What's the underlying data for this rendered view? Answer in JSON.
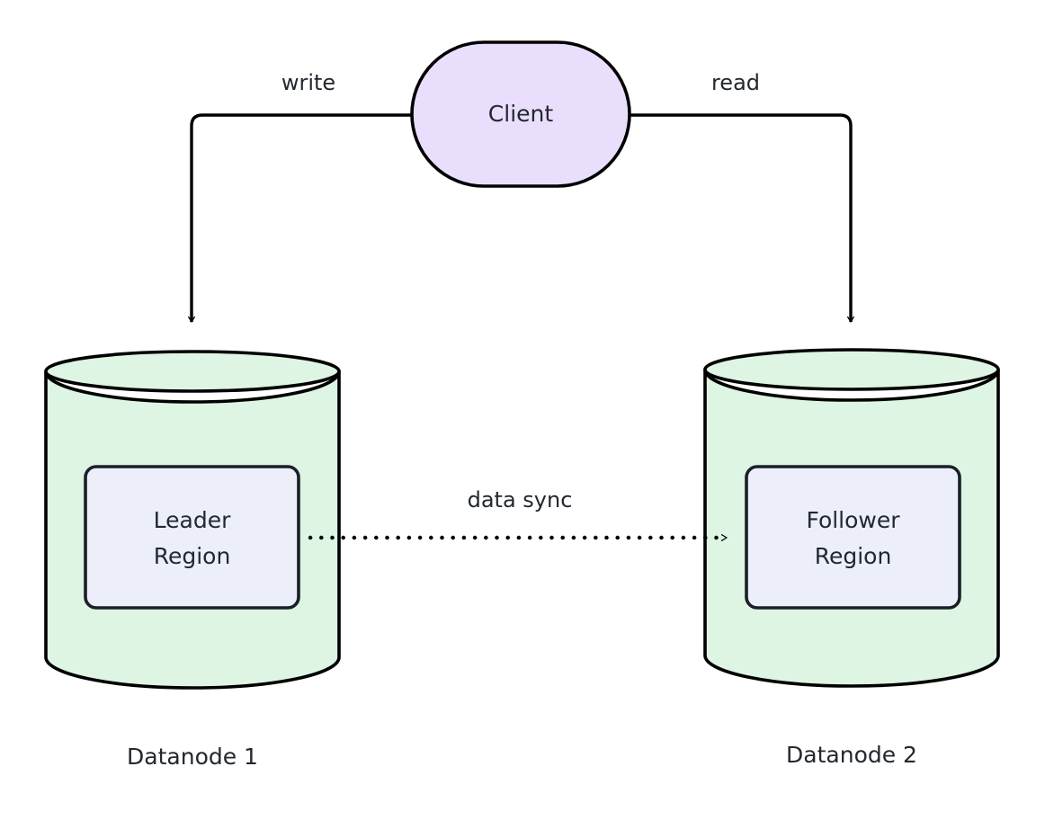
{
  "diagram": {
    "type": "architecture-flow-diagram",
    "background_color": "#ffffff",
    "stroke_color": "#000000",
    "text_color": "#232830",
    "nodes": {
      "client": {
        "label": "Client",
        "shape": "stadium",
        "fill_color": "#e9dffc",
        "stroke_color": "#000000"
      },
      "datanode1": {
        "shape": "cylinder",
        "fill_color": "#ddf5e2",
        "stroke_color": "#000000",
        "caption": "Datanode 1",
        "inner": {
          "label_line1": "Leader",
          "label_line2": "Region",
          "fill_color": "#eceff9",
          "stroke_color": "#1b1f27"
        }
      },
      "datanode2": {
        "shape": "cylinder",
        "fill_color": "#ddf5e2",
        "stroke_color": "#000000",
        "caption": "Datanode 2",
        "inner": {
          "label_line1": "Follower",
          "label_line2": "Region",
          "fill_color": "#eceff9",
          "stroke_color": "#1b1f27"
        }
      }
    },
    "edges": [
      {
        "id": "write-edge",
        "label": "write",
        "from": "client",
        "to": "datanode1",
        "style": "solid",
        "arrow": "end"
      },
      {
        "id": "read-edge",
        "label": "read",
        "from": "client",
        "to": "datanode2",
        "style": "solid",
        "arrow": "end"
      },
      {
        "id": "data-sync-edge",
        "label": "data sync",
        "from": "datanode1",
        "to": "datanode2",
        "style": "dotted",
        "arrow": "end"
      }
    ]
  }
}
